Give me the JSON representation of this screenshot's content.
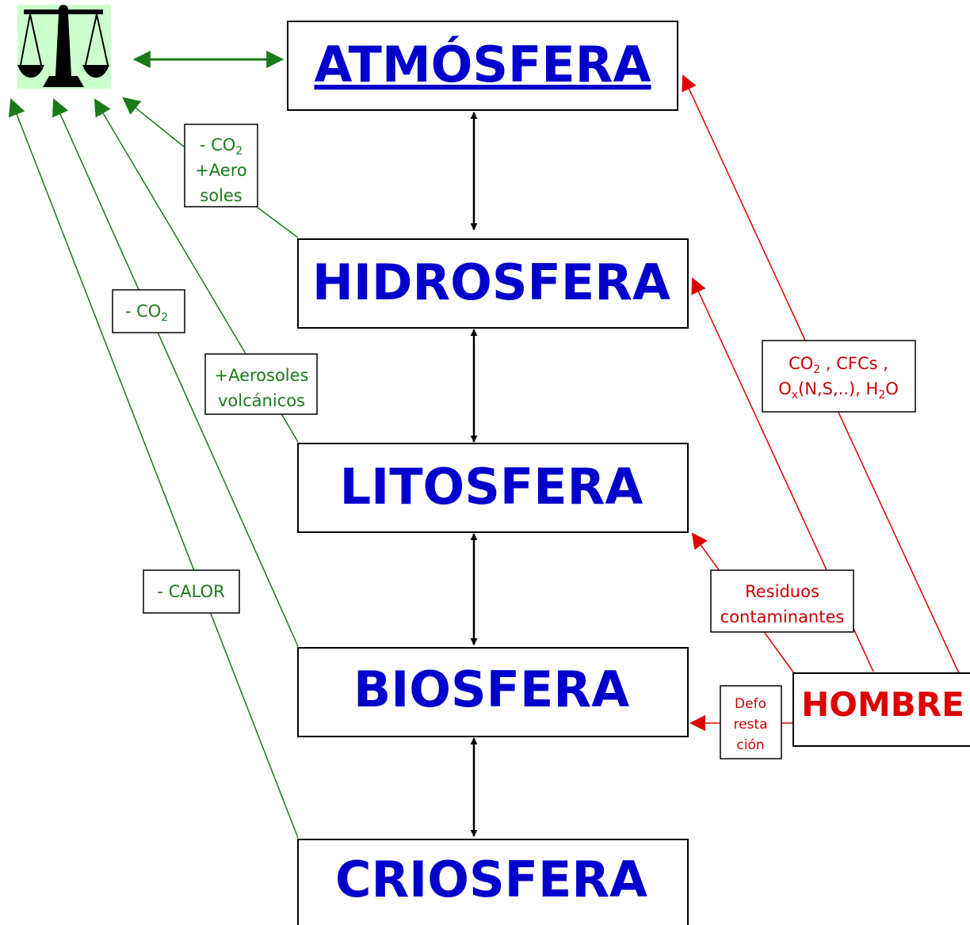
{
  "spheres": {
    "atmosfera": "ATMÓSFERA",
    "hidrosfera": "HIDROSFERA",
    "litosfera": "LITOSFERA",
    "biosfera": "BIOSFERA",
    "criosfera": "CRIOSFERA"
  },
  "hombre": "HOMBRE",
  "balance_icon": "balance-scale-icon",
  "green_notes": {
    "co2_aerosoles": {
      "line1_prefix": "- CO",
      "line1_sub": "2",
      "line2": "+Aero",
      "line3": "soles"
    },
    "co2": {
      "prefix": "- CO",
      "sub": "2"
    },
    "aerosoles_volcanicos": {
      "line1": "+Aerosoles",
      "line2": "volcánicos"
    },
    "calor": "- CALOR"
  },
  "red_notes": {
    "gases": {
      "l1_a": "CO",
      "l1_sub": "2",
      "l1_b": " , CFCs ,",
      "l2_a": "O",
      "l2_sub": "x",
      "l2_b": "(N,S,..), H",
      "l2_sub2": "2",
      "l2_c": "O"
    },
    "residuos": {
      "line1": "Residuos",
      "line2": "contaminantes"
    },
    "deforestacion": {
      "line1": "Defo",
      "line2": "resta",
      "line3": "ción"
    }
  },
  "colors": {
    "sphere_text": "#0000cc",
    "hombre_text": "#dd0000",
    "green_arrows": "#1a7a1a",
    "red_arrows": "#dd0000",
    "balance_bg": "#ccffcc"
  }
}
